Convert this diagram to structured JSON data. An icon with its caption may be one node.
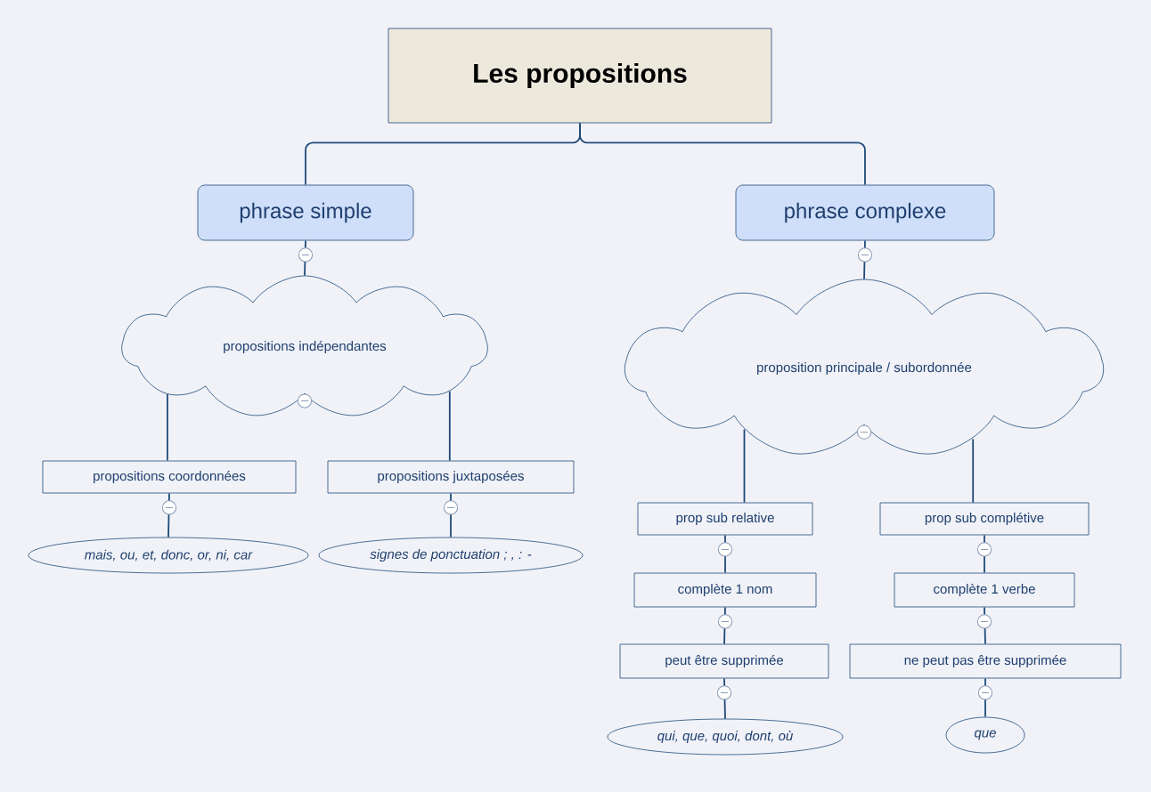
{
  "diagram": {
    "nodes": [
      {
        "text": [
          "Les propositions"
        ]
      },
      {
        "text": [
          "phrase simple"
        ]
      },
      {
        "text": [
          "phrase complexe"
        ]
      },
      {
        "text": [
          "propositions indépendantes"
        ]
      },
      {
        "text": [
          "propositions coordonnées"
        ]
      },
      {
        "text": [
          "propositions juxtaposées"
        ]
      },
      {
        "text": [
          "mais, ou, et, donc, or, ni, car"
        ]
      },
      {
        "text": [
          "signes de ponctuation ; , : -"
        ]
      },
      {
        "text": [
          "proposition principale / subordonnée"
        ]
      },
      {
        "text": [
          "prop sub relative"
        ]
      },
      {
        "text": [
          "prop sub complétive"
        ]
      },
      {
        "text": [
          "complète 1 nom"
        ]
      },
      {
        "text": [
          "complète 1 verbe"
        ]
      },
      {
        "text": [
          "peut être supprimée"
        ]
      },
      {
        "text": [
          "ne peut pas être supprimée"
        ]
      },
      {
        "text": [
          "qui, que, quoi, dont, où"
        ]
      },
      {
        "text": [
          "que"
        ]
      }
    ],
    "edges": [
      {
        "from": 0,
        "to": 1,
        "arrow": "none"
      },
      {
        "from": 0,
        "to": 2,
        "arrow": "none"
      },
      {
        "from": 1,
        "to": 3,
        "arrow": "none"
      },
      {
        "from": 3,
        "to": 4,
        "arrow": "none"
      },
      {
        "from": 3,
        "to": 5,
        "arrow": "none"
      },
      {
        "from": 4,
        "to": 6,
        "arrow": "none"
      },
      {
        "from": 5,
        "to": 7,
        "arrow": "none"
      },
      {
        "from": 2,
        "to": 8,
        "arrow": "none"
      },
      {
        "from": 8,
        "to": 9,
        "arrow": "none"
      },
      {
        "from": 8,
        "to": 10,
        "arrow": "none"
      },
      {
        "from": 9,
        "to": 11,
        "arrow": "none"
      },
      {
        "from": 11,
        "to": 13,
        "arrow": "none"
      },
      {
        "from": 13,
        "to": 15,
        "arrow": "none"
      },
      {
        "from": 10,
        "to": 12,
        "arrow": "none"
      },
      {
        "from": 12,
        "to": 14,
        "arrow": "none"
      },
      {
        "from": 14,
        "to": 16,
        "arrow": "none"
      }
    ]
  }
}
